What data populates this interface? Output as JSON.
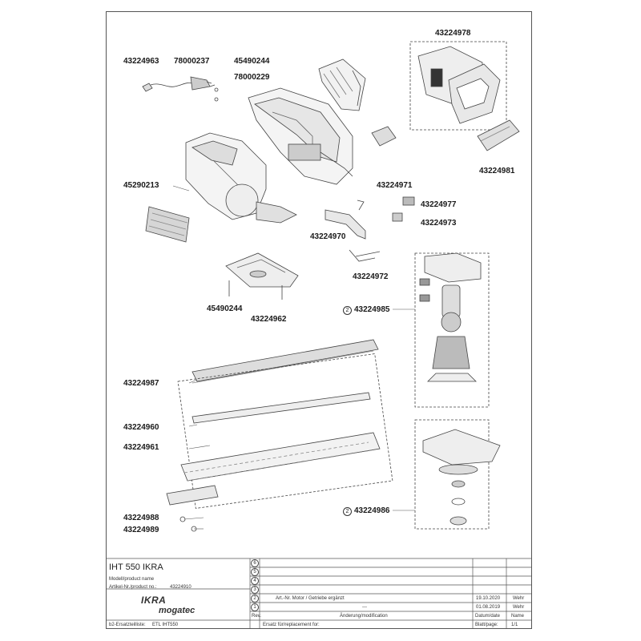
{
  "labels": {
    "p43224978": "43224978",
    "p43224963": "43224963",
    "p78000237": "78000237",
    "p45490244a": "45490244",
    "p78000229": "78000229",
    "p43224981": "43224981",
    "p45290213": "45290213",
    "p43224971": "43224971",
    "p43224977": "43224977",
    "p43224973": "43224973",
    "p43224970": "43224970",
    "p43224972": "43224972",
    "p45490244b": "45490244",
    "p43224962": "43224962",
    "p43224985": "43224985",
    "p43224987": "43224987",
    "p43224960": "43224960",
    "p43224961": "43224961",
    "p43224988": "43224988",
    "p43224989": "43224989",
    "p43224986": "43224986",
    "circle_mark": "2"
  },
  "title_block": {
    "product_title": "IHT 550 IKRA",
    "model_caption": "Modell/product name",
    "article_caption": "Artikel-Nr./product no.:",
    "article_no": "43224910",
    "logo_top": "IKRA",
    "logo_bottom": "mogatec",
    "list_caption": "b2-Ersatzteilliste:",
    "list_value": "ETL IHT550",
    "rev_numbers": [
      "6",
      "5",
      "4",
      "3",
      "2",
      "1"
    ],
    "rev2_text": "Art.-Nr. Motor / Getriebe ergänzt",
    "rev2_date": "19.10.2020",
    "rev2_name": "Wehr",
    "rev1_text": "---",
    "rev1_date": "01.08.2019",
    "rev1_name": "Wehr",
    "hdr_rev": "Rev.",
    "hdr_change": "Änderung/modification",
    "hdr_date": "Datum/date",
    "hdr_name": "Name",
    "replace_caption": "Ersatz für/replacement for:",
    "page_caption": "Blatt/page:",
    "page_value": "1/1"
  }
}
